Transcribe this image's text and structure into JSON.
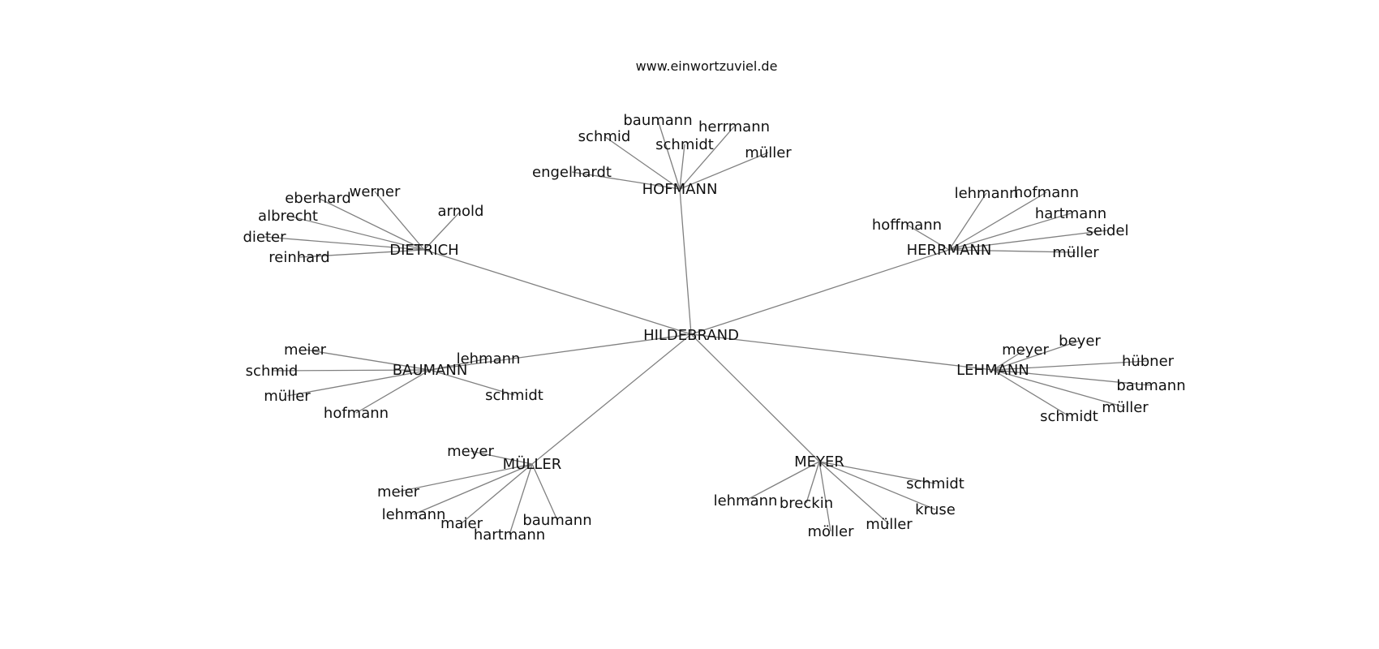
{
  "site": "www.einwortzuviel.de",
  "root": "HILDEBRAND",
  "groups": [
    {
      "name": "HOFMANN",
      "leaves": [
        "baumann",
        "herrmann",
        "schmid",
        "schmidt",
        "müller",
        "engelhardt"
      ]
    },
    {
      "name": "HERRMANN",
      "leaves": [
        "lehmann",
        "hofmann",
        "hartmann",
        "hoffmann",
        "seidel",
        "müller"
      ]
    },
    {
      "name": "DIETRICH",
      "leaves": [
        "eberhard",
        "werner",
        "arnold",
        "albrecht",
        "dieter",
        "reinhard"
      ]
    },
    {
      "name": "BAUMANN",
      "leaves": [
        "meier",
        "lehmann",
        "schmid",
        "müller",
        "schmidt",
        "hofmann"
      ]
    },
    {
      "name": "LEHMANN",
      "leaves": [
        "beyer",
        "meyer",
        "hübner",
        "baumann",
        "müller",
        "schmidt"
      ]
    },
    {
      "name": "MÜLLER",
      "leaves": [
        "meyer",
        "meier",
        "lehmann",
        "maier",
        "baumann",
        "hartmann"
      ]
    },
    {
      "name": "MEYER",
      "leaves": [
        "schmidt",
        "lehmann",
        "breckin",
        "kruse",
        "müller",
        "möller"
      ]
    }
  ]
}
